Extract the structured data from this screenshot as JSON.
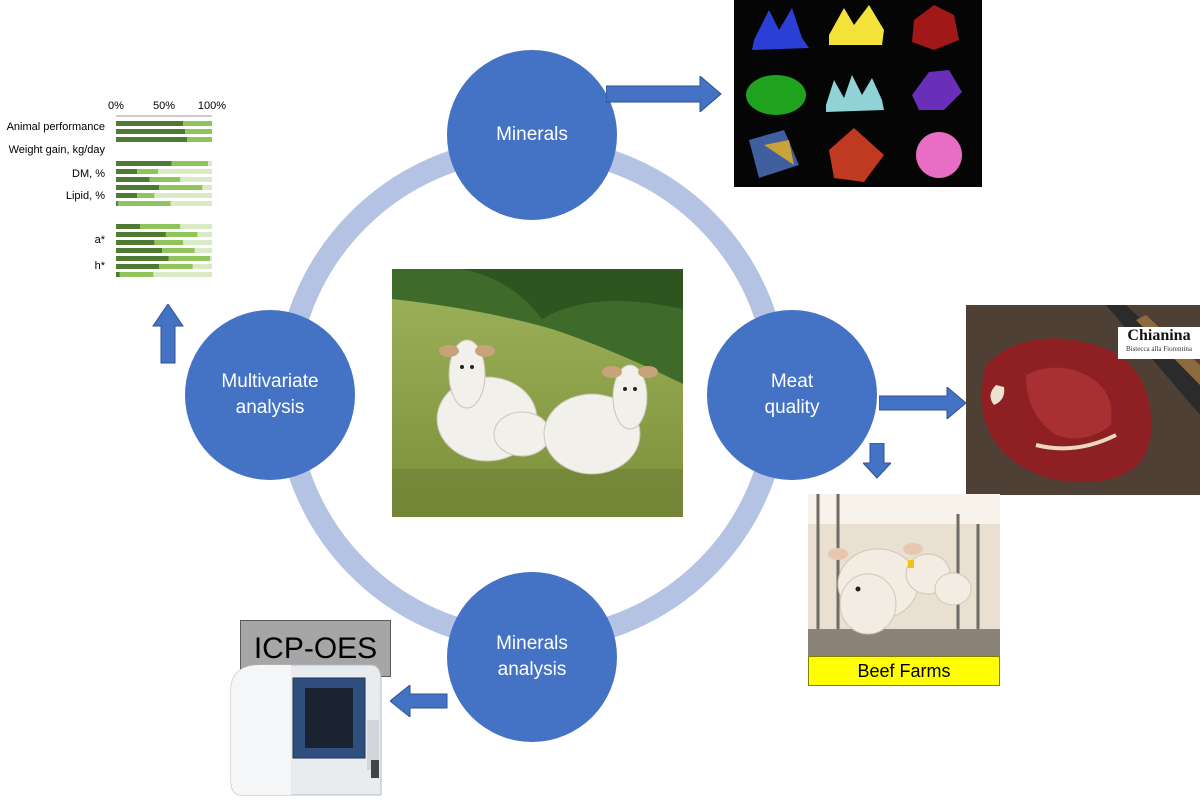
{
  "cycle": {
    "nodes": {
      "top": "Minerals",
      "right": "Meat\nquality",
      "bottom": "Minerals\nanalysis",
      "left": "Multivariate\nanalysis"
    }
  },
  "mini_chart": {
    "axis_ticks": [
      "0%",
      "50%",
      "100%"
    ],
    "row_labels": [
      "Animal performance",
      "Weight gain, kg/day",
      "DM, %",
      "Lipid, %",
      "a*",
      "h*"
    ],
    "colors": {
      "dark": "#4E7A33",
      "mid": "#8FC45B",
      "light": "#D9EAC4"
    }
  },
  "labels": {
    "beef_farms": "Beef Farms",
    "icp_oes": "ICP-OES",
    "chianina_logo": "Chianina",
    "chianina_tagline": "Bistecca alla Fiorentina"
  },
  "colors": {
    "node_fill": "#4472C4",
    "ring": "#B4C3E4",
    "arrow": "#4472C4",
    "beef_farms_bg": "#FFFF00",
    "icp_box": "#A6A6A6"
  },
  "icons": {
    "minerals_photo": "crystal-grid-photo",
    "center_photo": "cattle-pasture-photo",
    "meat_photo": "t-bone-steak-photo",
    "farm_photo": "cattle-barn-photo",
    "instrument_photo": "icp-oes-instrument-photo"
  }
}
